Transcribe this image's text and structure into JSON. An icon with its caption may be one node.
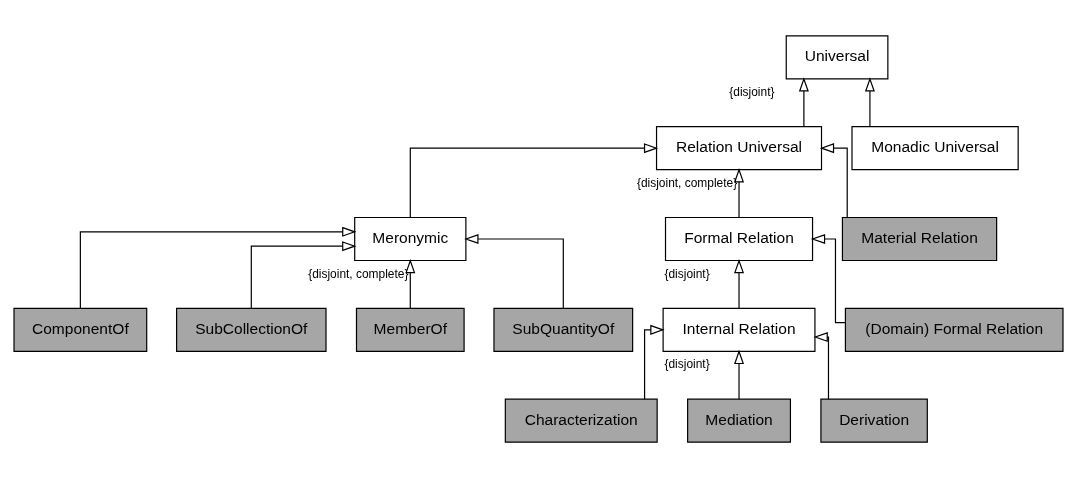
{
  "diagram": {
    "nodes": [
      {
        "text": [
          "Universal"
        ]
      },
      {
        "text": [
          "Relation Universal"
        ]
      },
      {
        "text": [
          "Monadic Universal"
        ]
      },
      {
        "text": [
          "Meronymic"
        ]
      },
      {
        "text": [
          "Formal Relation"
        ]
      },
      {
        "text": [
          "Material Relation"
        ]
      },
      {
        "text": [
          "ComponentOf"
        ]
      },
      {
        "text": [
          "SubCollectionOf"
        ]
      },
      {
        "text": [
          "MemberOf"
        ]
      },
      {
        "text": [
          "SubQuantityOf"
        ]
      },
      {
        "text": [
          "Internal Relation"
        ]
      },
      {
        "text": [
          "(Domain) Formal Relation"
        ]
      },
      {
        "text": [
          "Characterization"
        ]
      },
      {
        "text": [
          "Mediation"
        ]
      },
      {
        "text": [
          "Derivation"
        ]
      }
    ],
    "edges": [
      {
        "from": 1,
        "to": 0,
        "arrow": "to",
        "label": "{disjoint}"
      },
      {
        "from": 2,
        "to": 0,
        "arrow": "to"
      },
      {
        "from": 3,
        "to": 1,
        "arrow": "to"
      },
      {
        "from": 4,
        "to": 1,
        "arrow": "to",
        "label": "{disjoint, complete}"
      },
      {
        "from": 5,
        "to": 1,
        "arrow": "to"
      },
      {
        "from": 6,
        "to": 3,
        "arrow": "to"
      },
      {
        "from": 7,
        "to": 3,
        "arrow": "to"
      },
      {
        "from": 8,
        "to": 3,
        "arrow": "to",
        "label": "{disjoint, complete}"
      },
      {
        "from": 9,
        "to": 3,
        "arrow": "to"
      },
      {
        "from": 10,
        "to": 4,
        "arrow": "to",
        "label": "{disjoint}"
      },
      {
        "from": 11,
        "to": 4,
        "arrow": "to"
      },
      {
        "from": 12,
        "to": 10,
        "arrow": "to"
      },
      {
        "from": 13,
        "to": 10,
        "arrow": "to",
        "label": "{disjoint}"
      },
      {
        "from": 14,
        "to": 10,
        "arrow": "to"
      }
    ]
  }
}
